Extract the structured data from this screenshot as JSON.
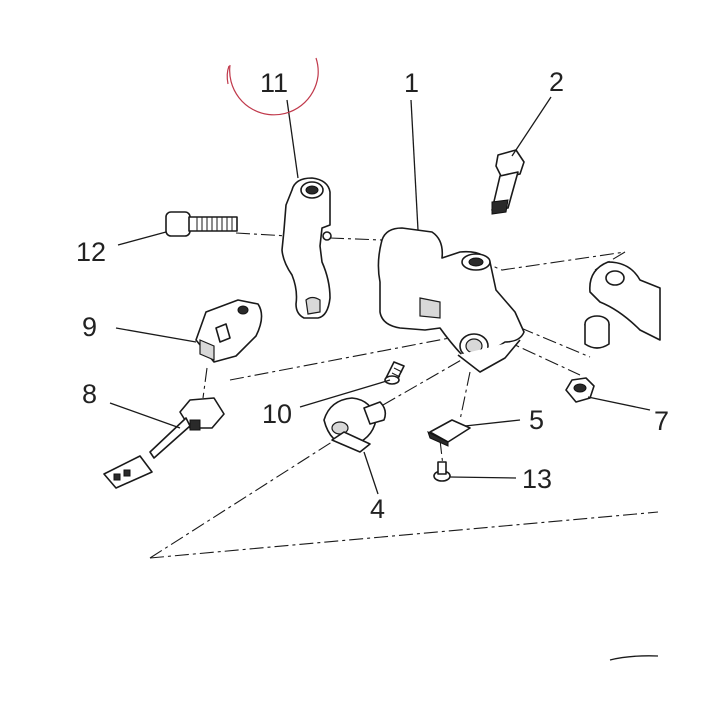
{
  "diagram": {
    "callouts": {
      "p1": "1",
      "p2": "2",
      "p4": "4",
      "p5": "5",
      "p7": "7",
      "p8": "8",
      "p9": "9",
      "p10": "10",
      "p11": "11",
      "p12": "12",
      "p13": "13"
    },
    "highlight_color": "#c0394b",
    "line_color": "#1a1a1a"
  }
}
